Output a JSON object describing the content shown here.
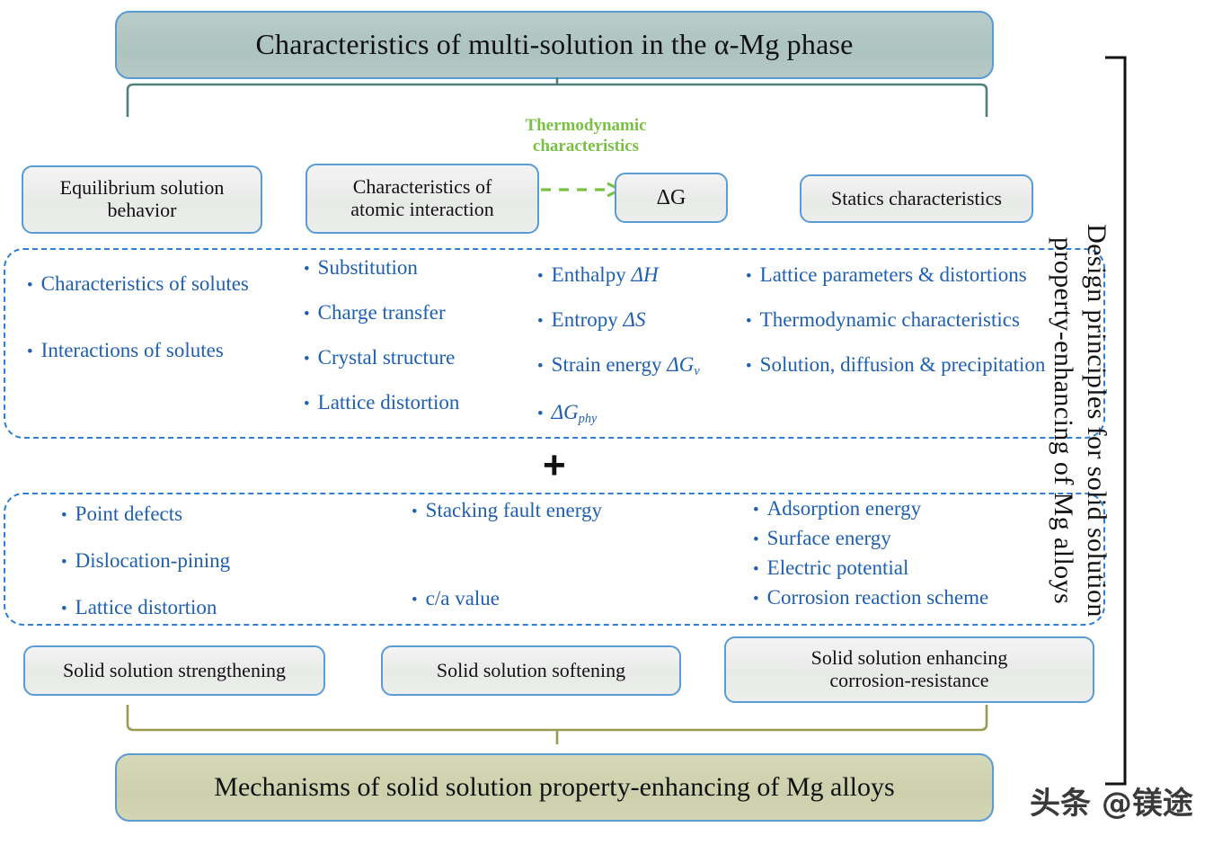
{
  "title": "Characteristics of multi-solution in the α-Mg phase",
  "bottom_title": "Mechanisms of solid solution property-enhancing of Mg alloys",
  "thermo_label_line1": "Thermodynamic",
  "thermo_label_line2": "characteristics",
  "plus": "+",
  "watermark": "头条 @镁途",
  "vertical_text": {
    "line1": "Design principles  for  solid solution",
    "line2": "property-enhancing of Mg alloys"
  },
  "row2_boxes": [
    {
      "id": "equilibrium",
      "line1": "Equilibrium solution",
      "line2": "behavior"
    },
    {
      "id": "atomic",
      "line1": "Characteristics of",
      "line2": "atomic interaction"
    },
    {
      "id": "dg",
      "line1": "ΔG",
      "line2": ""
    },
    {
      "id": "statics",
      "line1": "Statics characteristics",
      "line2": ""
    }
  ],
  "mechanism_boxes": [
    {
      "id": "strengthening",
      "line1": "Solid solution strengthening",
      "line2": ""
    },
    {
      "id": "softening",
      "line1": "Solid solution softening",
      "line2": ""
    },
    {
      "id": "corrosion",
      "line1": "Solid solution enhancing",
      "line2": "corrosion-resistance"
    }
  ],
  "panel_top": {
    "col1": [
      "Characteristics of solutes",
      "Interactions of solutes"
    ],
    "col2": [
      "Substitution",
      "Charge transfer",
      "Crystal structure",
      "Lattice distortion"
    ],
    "col3_html": [
      "Enthalpy <i>ΔH</i>",
      "Entropy <i>ΔS</i>",
      "Strain energy <i>ΔG<sub>v</sub></i>",
      "<i>ΔG<sub>phy</sub></i>"
    ],
    "col3_plain": [
      "Enthalpy ΔH",
      "Entropy ΔS",
      "Strain energy ΔGv",
      "ΔGphy"
    ],
    "col4": [
      "Lattice parameters & distortions",
      "Thermodynamic characteristics",
      "Solution, diffusion & precipitation"
    ]
  },
  "panel_bottom": {
    "col1": [
      "Point defects",
      "Dislocation-pining",
      "Lattice distortion"
    ],
    "col2": [
      "Stacking fault energy",
      "c/a value"
    ],
    "col3": [
      "Adsorption energy",
      "Surface energy",
      "Electric potential",
      "Corrosion reaction scheme"
    ]
  },
  "bullet_glyph": "•",
  "colors": {
    "blue_text": "#1f5fb0",
    "green_text": "#7ac143",
    "box_border": "#5b9bd5",
    "teal_fill": "#b3c7c3",
    "olive_fill": "#cfd3ad",
    "bracket_teal": "#4f7f7a",
    "bracket_olive": "#9a9a52",
    "bracket_black": "#111111",
    "dashed_blue": "#2e7fd4"
  }
}
